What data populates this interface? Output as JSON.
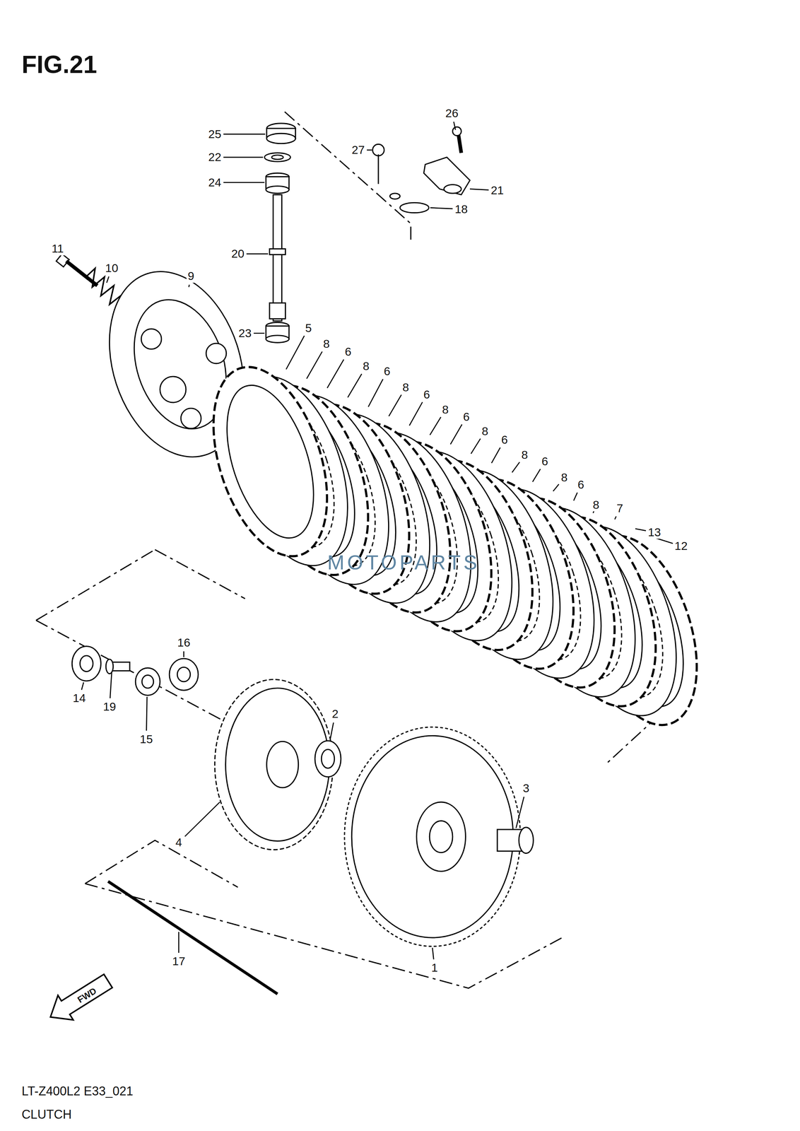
{
  "diagram": {
    "title": "FIG.21",
    "caption": "CLUTCH",
    "labels": [
      "26",
      "25",
      "22",
      "27",
      "24",
      "21",
      "18",
      "20",
      "11",
      "10",
      "9",
      "23",
      "5",
      "8",
      "6",
      "8",
      "6",
      "8",
      "6",
      "8",
      "6",
      "8",
      "6",
      "8",
      "6",
      "8",
      "6",
      "8",
      "7",
      "13",
      "12",
      "16",
      "14",
      "19",
      "15",
      "2",
      "3",
      "4",
      "17",
      "1",
      "FWD",
      "MOTOPARTS",
      "LT-Z400L2 E33_021"
    ]
  }
}
